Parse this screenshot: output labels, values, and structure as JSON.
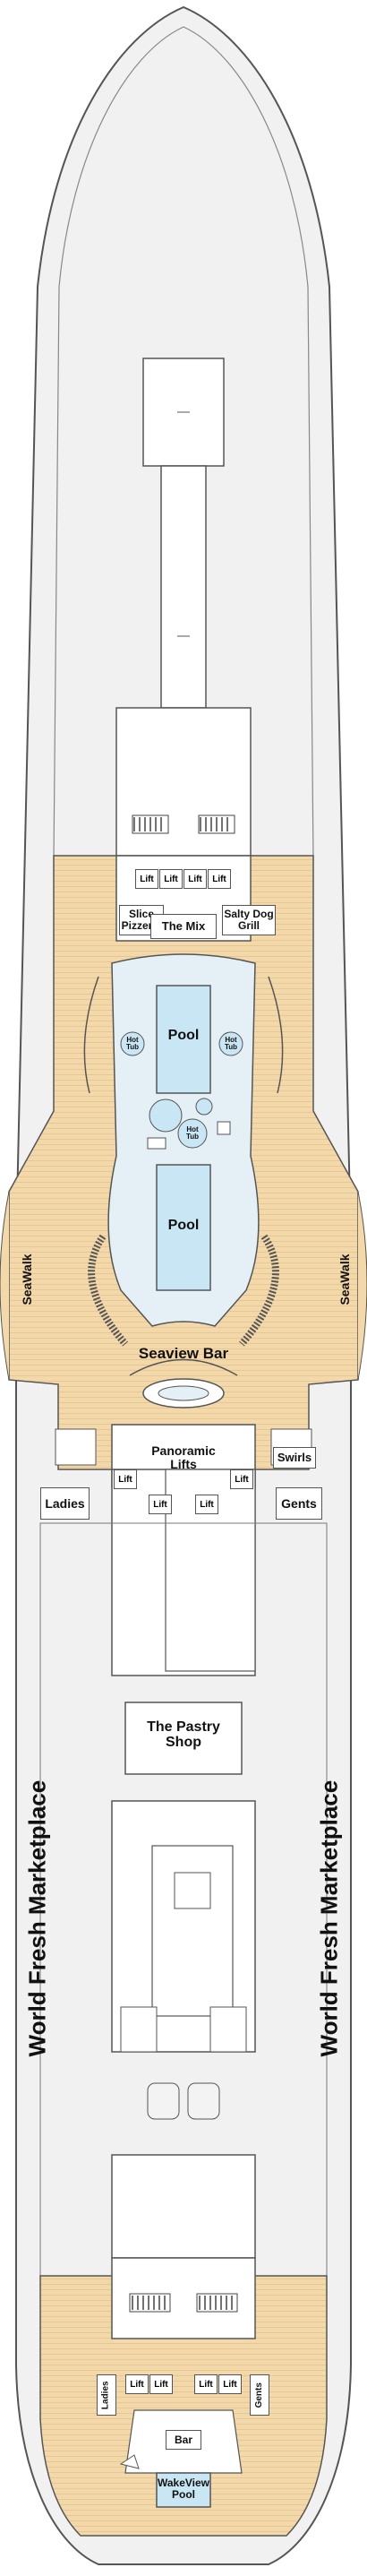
{
  "deck": {
    "colors": {
      "wood": "#f3d8aa",
      "pool": "#d9ecf5",
      "pool_water": "#c9e6f5",
      "hull": "#f1f1f1",
      "outline": "#555555"
    },
    "labels": {
      "slice_pizzeria": "Slice\nPizzeria",
      "the_mix": "The Mix",
      "salty_dog_grill": "Salty Dog\nGrill",
      "pool_fwd": "Pool",
      "pool_aft": "Pool",
      "hot_tub": "Hot\nTub",
      "seaview_bar": "Seaview Bar",
      "seawalk": "SeaWalk",
      "panoramic_lifts": "Panoramic\nLifts",
      "swirls": "Swirls",
      "ladies": "Ladies",
      "gents": "Gents",
      "pastry_shop": "The Pastry\nShop",
      "world_fresh_marketplace": "World Fresh Marketplace",
      "bar": "Bar",
      "wakeview_pool": "WakeView\nPool",
      "lift": "Lift"
    }
  }
}
